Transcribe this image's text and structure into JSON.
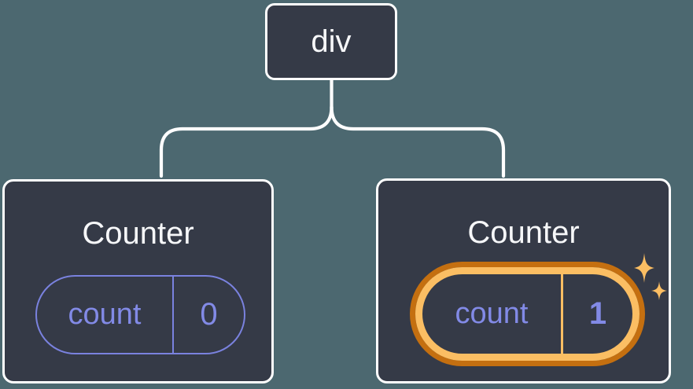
{
  "diagram": {
    "root": {
      "label": "div"
    },
    "children": [
      {
        "title": "Counter",
        "state_name": "count",
        "state_value": "0",
        "highlighted": false
      },
      {
        "title": "Counter",
        "state_name": "count",
        "state_value": "1",
        "highlighted": true
      }
    ]
  },
  "icons": {
    "sparkles": "sparkles-icon"
  },
  "colors": {
    "bg": "#4C6870",
    "node-fill": "#353A47",
    "node-border": "#FFFFFF",
    "node-text": "#F6F7F9",
    "state-purple": "#828AE6",
    "state-purple-border": "#7A82DF",
    "highlight-orange": "#C46F10",
    "highlight-orange-light": "#FBBE63",
    "connector": "#FFFFFF"
  }
}
